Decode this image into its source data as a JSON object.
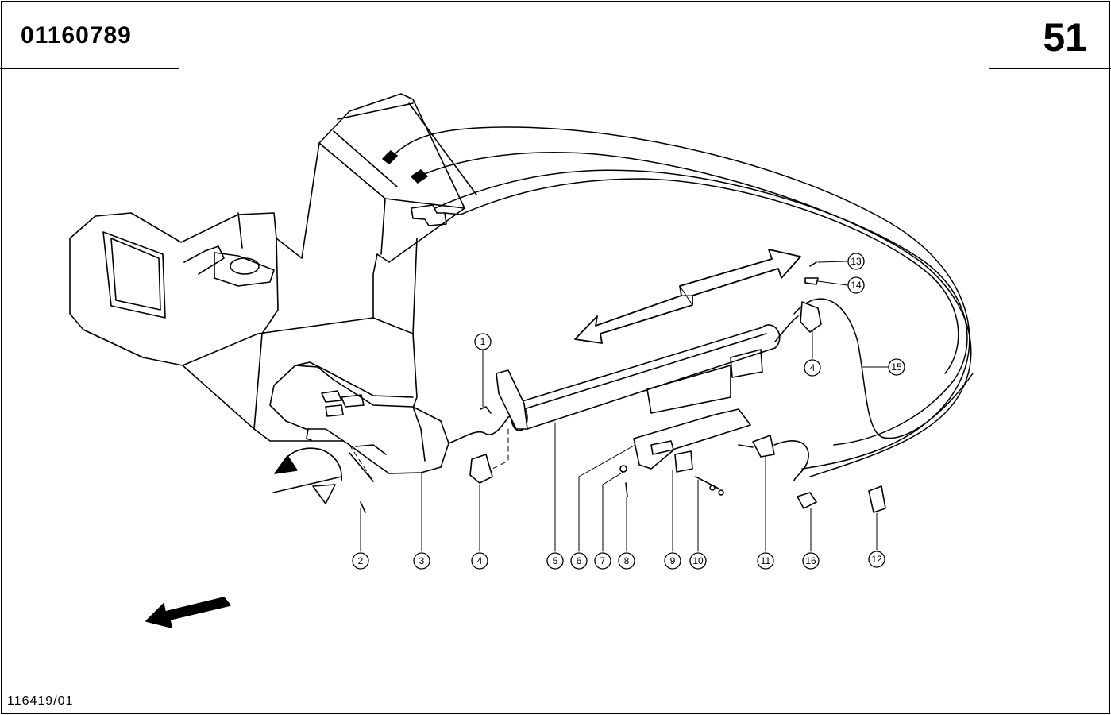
{
  "header": {
    "part_number": "01160789",
    "group_number": "51"
  },
  "footer": {
    "sheet_ref": "116419/01"
  },
  "callouts": [
    "1",
    "2",
    "3",
    "4",
    "5",
    "6",
    "7",
    "8",
    "9",
    "10",
    "11",
    "16",
    "12",
    "13",
    "14",
    "4",
    "15"
  ]
}
